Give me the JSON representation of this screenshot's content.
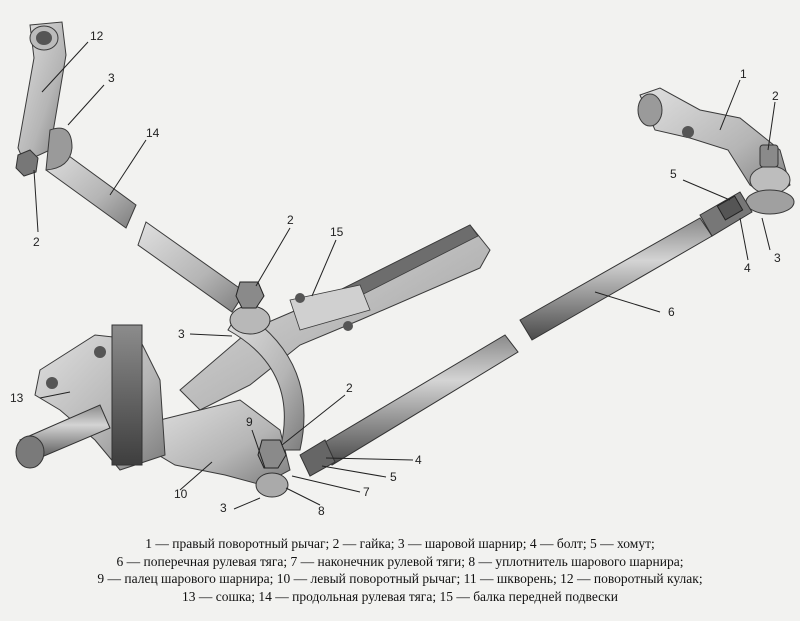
{
  "diagram": {
    "callouts": [
      "1",
      "2",
      "2",
      "2",
      "2",
      "3",
      "3",
      "3",
      "3",
      "4",
      "4",
      "5",
      "5",
      "6",
      "7",
      "8",
      "9",
      "10",
      "12",
      "13",
      "14",
      "15"
    ]
  },
  "caption": {
    "lines": [
      "1 — правый поворотный рычаг; 2 — гайка; 3 — шаровой шарнир; 4 — болт; 5 — хомут;",
      "6 — поперечная рулевая тяга; 7 — наконечник рулевой тяги; 8 — уплотнитель шарового шарнира;",
      "9 — палец шарового шарнира; 10 — левый поворотный рычаг; 11 — шкворень; 12 — поворотный кулак;",
      "13 — сошка; 14 — продольная рулевая тяга; 15 — балка передней подвески"
    ]
  },
  "colors": {
    "metal_light": "#c9c9c9",
    "metal_mid": "#a6a6a6",
    "metal_dark": "#5a5a5a",
    "outline": "#3a3a3a",
    "background": "#f2f2f0"
  }
}
